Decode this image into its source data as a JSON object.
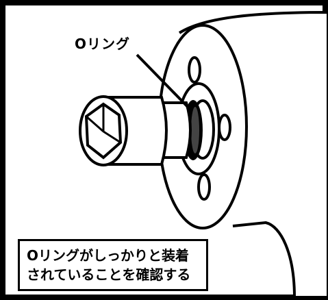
{
  "illustration": {
    "callout_label": "Oリング",
    "caption_lines": [
      "Oリングがしっかりと装着",
      "されていることを確認する"
    ]
  }
}
